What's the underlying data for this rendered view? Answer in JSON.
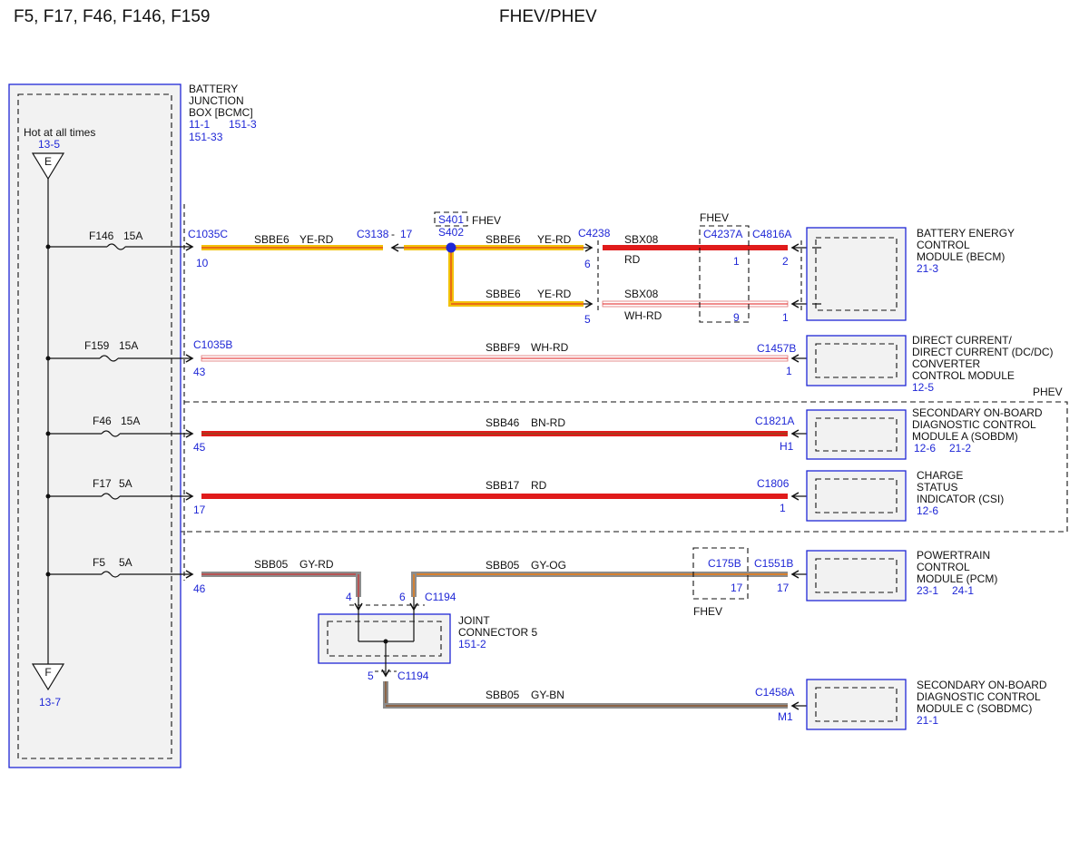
{
  "header": {
    "fuses_title": "F5, F17, F46, F146, F159",
    "variant_title": "FHEV/PHEV"
  },
  "bjb": {
    "name_lines": [
      "BATTERY",
      "JUNCTION",
      "BOX [BCMC]"
    ],
    "refs": [
      "11-1",
      "151-3",
      "151-33"
    ],
    "hot_label": "Hot at all times",
    "hot_ref": "13-5",
    "top_terminal": "E",
    "bottom_terminal": "F",
    "bottom_ref": "13-7"
  },
  "fuses": [
    {
      "name": "F146",
      "rating": "15A"
    },
    {
      "name": "F159",
      "rating": "15A"
    },
    {
      "name": "F46",
      "rating": "15A"
    },
    {
      "name": "F17",
      "rating": "5A"
    },
    {
      "name": "F5",
      "rating": "5A"
    }
  ],
  "connectors": {
    "c1035c": "C1035C",
    "c1035c_pin": "10",
    "c3138": "C3138",
    "c3138_dash": "-",
    "c3138_pin": "17",
    "s401": "S401",
    "s402": "S402",
    "fhev_splice": "FHEV",
    "c4238": "C4238",
    "c4238_pin_a": "6",
    "c4238_pin_b": "5",
    "fhev_c4237": "FHEV",
    "c4237a": "C4237A",
    "c4237a_pin_a": "1",
    "c4237a_pin_b": "9",
    "c4816a": "C4816A",
    "c4816a_pin_a": "2",
    "c4816a_pin_b": "1",
    "c1035b": "C1035B",
    "c1035b_pin_f159": "43",
    "c1035b_pin_f46": "45",
    "c1035b_pin_f17": "17",
    "c1035b_pin_f5": "46",
    "c1457b": "C1457B",
    "c1457b_pin": "1",
    "c1821a": "C1821A",
    "c1821a_pin": "H1",
    "c1806": "C1806",
    "c1806_pin": "1",
    "c175b": "C175B",
    "c175b_pin": "17",
    "fhev_c175b": "FHEV",
    "c1551b": "C1551B",
    "c1551b_pin": "17",
    "c1194": "C1194",
    "c1194_pin_a": "4",
    "c1194_pin_b": "6",
    "c1194_lower": "C1194",
    "c1194_pin_c": "5",
    "c1458a": "C1458A",
    "c1458a_pin": "M1",
    "phev": "PHEV"
  },
  "wires": {
    "w1_circuit": "SBBE6",
    "w1_color": "YE-RD",
    "w2_circuit": "SBBE6",
    "w2_color": "YE-RD",
    "w3_circuit": "SBX08",
    "w3_color": "RD",
    "w4_circuit": "SBBE6",
    "w4_color": "YE-RD",
    "w5_circuit": "SBX08",
    "w5_color": "WH-RD",
    "w6_circuit": "SBBF9",
    "w6_color": "WH-RD",
    "w7_circuit": "SBB46",
    "w7_color": "BN-RD",
    "w8_circuit": "SBB17",
    "w8_color": "RD",
    "w9_circuit": "SBB05",
    "w9_color": "GY-RD",
    "w10_circuit": "SBB05",
    "w10_color": "GY-OG",
    "w11_circuit": "SBB05",
    "w11_color": "GY-BN"
  },
  "modules": {
    "becm": {
      "lines": [
        "BATTERY ENERGY",
        "CONTROL",
        "MODULE (BECM)"
      ],
      "ref": "21-3"
    },
    "dcdc": {
      "lines": [
        "DIRECT CURRENT/",
        "DIRECT CURRENT (DC/DC)",
        "CONVERTER",
        "CONTROL MODULE"
      ],
      "ref": "12-5"
    },
    "sobdm": {
      "lines": [
        "SECONDARY ON-BOARD",
        "DIAGNOSTIC CONTROL",
        "MODULE A (SOBDM)"
      ],
      "ref_a": "12-6",
      "ref_b": "21-2"
    },
    "csi": {
      "lines": [
        "CHARGE",
        "STATUS",
        "INDICATOR (CSI)"
      ],
      "ref": "12-6"
    },
    "pcm": {
      "lines": [
        "POWERTRAIN",
        "CONTROL",
        "MODULE (PCM)"
      ],
      "ref_a": "23-1",
      "ref_b": "24-1"
    },
    "jc5": {
      "lines": [
        "JOINT",
        "CONNECTOR 5"
      ],
      "ref": "151-2"
    },
    "sobdmc": {
      "lines": [
        "SECONDARY ON-BOARD",
        "DIAGNOSTIC CONTROL",
        "MODULE C (SOBDMC)"
      ],
      "ref": "21-1"
    }
  },
  "colors": {
    "schematic_blue": "#1f27d6",
    "ye": "#f2c20a",
    "rd": "#e01b1b",
    "wh": "#ffffff",
    "bn": "#8a4b1c",
    "gy": "#8c8c8c",
    "og": "#f07d10",
    "module_fill": "#f2f2f2"
  }
}
